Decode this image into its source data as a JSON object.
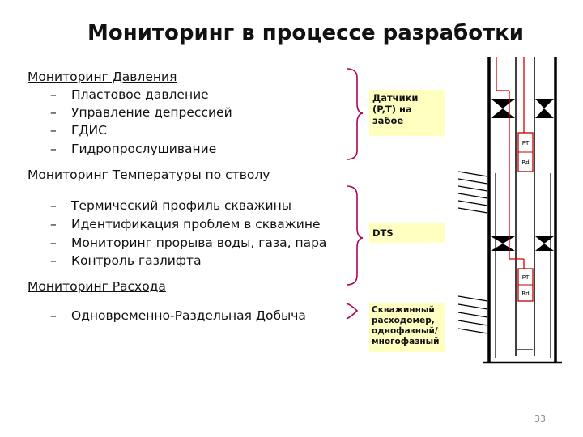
{
  "title": "Мониторинг в процессе разработки",
  "sections": [
    {
      "heading": "Мониторинг Давления",
      "items": [
        "Пластовое давление",
        "Управление депрессией",
        "ГДИС",
        "Гидропрослушивание"
      ],
      "callout": "Датчики (P,T) на забое"
    },
    {
      "heading": "Мониторинг Температуры по стволу",
      "items": [
        "Термический профиль скважины",
        "Идентификация проблем в скважине",
        "Мониторинг прорыва воды, газа, пара",
        "Контроль газлифта"
      ],
      "callout": "DTS"
    },
    {
      "heading": "Мониторинг  Расхода",
      "items": [
        "Одновременно-Раздельная Добыча"
      ],
      "callout": "Скважинный расходомер, однофазный/ многофазный"
    }
  ],
  "diagram": {
    "upper_gauge_top": "PT",
    "upper_gauge_bottom": "Rd",
    "lower_gauge_top": "PT",
    "lower_gauge_bottom": "Rd"
  },
  "bullet_dash": "–",
  "page_number": "33"
}
